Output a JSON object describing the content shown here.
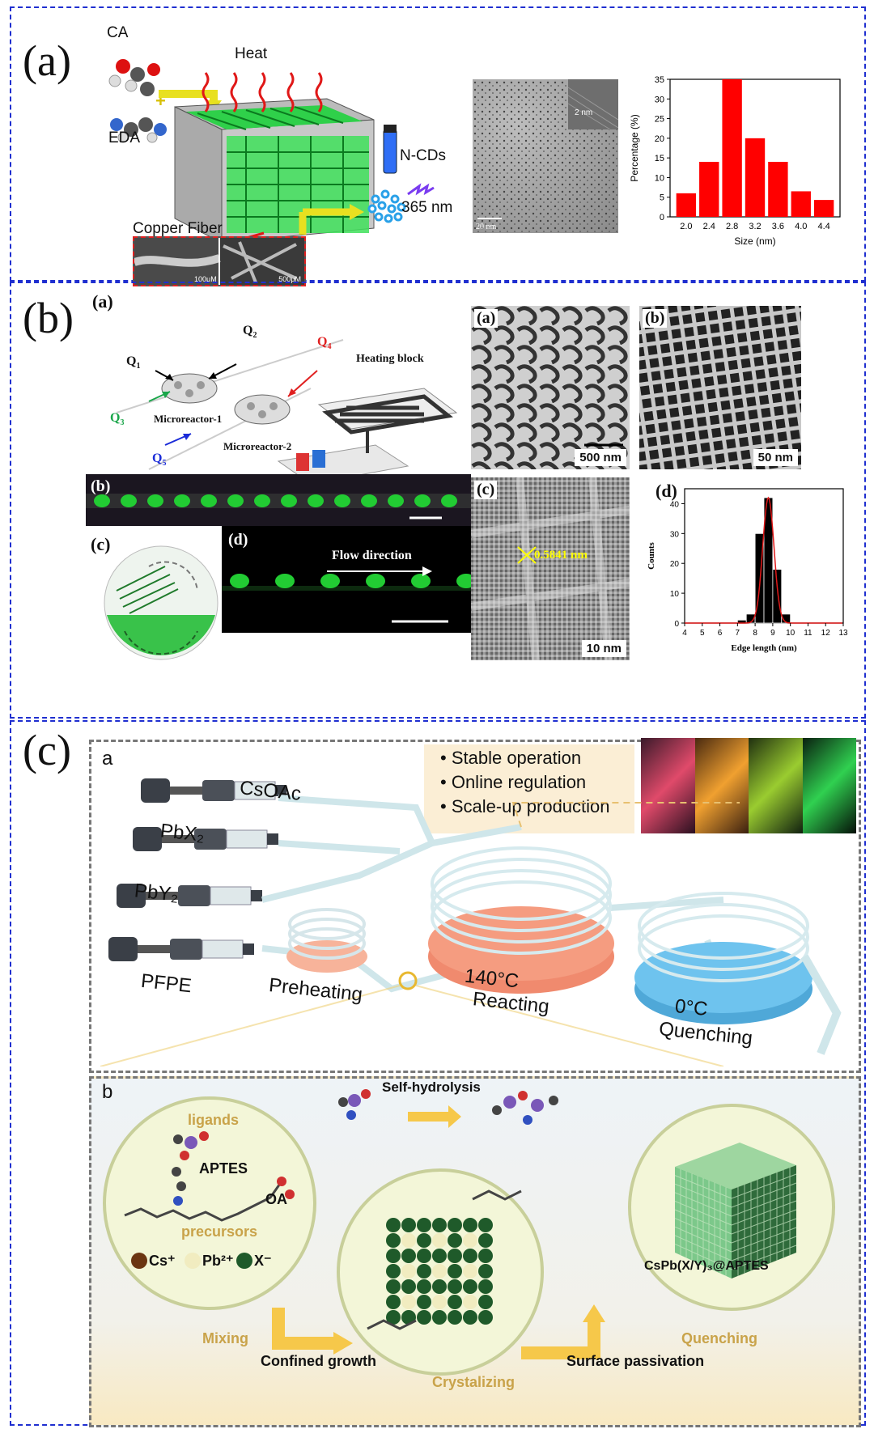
{
  "panel_a": {
    "label": "(a)",
    "heat": "Heat",
    "ca": "CA",
    "eda": "EDA",
    "ncds": "N-CDs",
    "wavelength": "365 nm",
    "copper_fiber": "Copper Fiber",
    "sem_scale_1": "100μM",
    "sem_scale_2": "500μM",
    "tem_scale": "20 nm",
    "tem_inset_scale": "2 nm"
  },
  "panel_b": {
    "label": "(b)",
    "sub_a": "(a)",
    "sub_b": "(b)",
    "sub_c": "(c)",
    "sub_d": "(d)",
    "q1": "Q1",
    "q2": "Q2",
    "q3": "Q3",
    "q4": "Q4",
    "q5": "Q5",
    "microreactor1": "Microreactor-1",
    "microreactor2": "Microreactor-2",
    "heating_block": "Heating block",
    "flow_direction": "Flow direction",
    "tem_a_label": "(a)",
    "tem_a_scale": "500 nm",
    "tem_b_label": "(b)",
    "tem_b_scale": "50 nm",
    "tem_c_label": "(c)",
    "tem_c_scale": "10 nm",
    "tem_c_spacing": "0.5841 nm",
    "hist_label": "(d)"
  },
  "panel_c": {
    "label": "(c)",
    "sub_a": "a",
    "sub_b": "b",
    "bullets": [
      "Stable operation",
      "Online regulation",
      "Scale-up production"
    ],
    "cs": "CsOAc",
    "pbx": "PbX₂",
    "pby": "PbY₂",
    "pfpe": "PFPE",
    "preheating": "Preheating",
    "reacting_temp": "140°C",
    "reacting": "Reacting",
    "quench_temp": "0°C",
    "quenching": "Quenching",
    "ligands": "ligands",
    "aptes": "APTES",
    "oa": "OA",
    "precursors": "precursors",
    "cs_ion": "Cs⁺",
    "pb_ion": "Pb²⁺",
    "x_ion": "X⁻",
    "self_hydrolysis": "Self-hydrolysis",
    "product": "CsPb(X/Y)₃@APTES",
    "mixing": "Mixing",
    "confined_growth": "Confined growth",
    "crystalizing": "Crystalizing",
    "surface_passivation": "Surface passivation",
    "quenching_stage": "Quenching"
  },
  "colors": {
    "panel_border": "#1f2fd0",
    "bar": "#ff0000",
    "green": "#22cc33",
    "orange": "#f4a070",
    "blue": "#55b8ee",
    "gold": "#c9a34a"
  },
  "chart_data": [
    {
      "type": "bar",
      "xlabel": "Size (nm)",
      "ylabel": "Percentage (%)",
      "categories": [
        "2.0",
        "2.4",
        "2.8",
        "3.2",
        "3.6",
        "4.0",
        "4.4"
      ],
      "values": [
        6,
        14,
        35,
        20,
        14,
        6.5,
        4.3
      ],
      "ylim": [
        0,
        35
      ],
      "yticks": [
        "0",
        "5",
        "10",
        "15",
        "20",
        "25",
        "30",
        "35"
      ]
    },
    {
      "type": "bar",
      "xlabel": "Edge length (nm)",
      "ylabel": "Counts",
      "categories": [
        "7.5",
        "8.0",
        "8.5",
        "9.0",
        "9.5",
        "10.0"
      ],
      "values": [
        1,
        3,
        30,
        42,
        18,
        3
      ],
      "x": [
        7.25,
        7.75,
        8.25,
        8.75,
        9.25,
        9.75
      ],
      "xlim": [
        4,
        13
      ],
      "ylim": [
        0,
        45
      ],
      "xticks": [
        "4",
        "5",
        "6",
        "7",
        "8",
        "9",
        "10",
        "11",
        "12",
        "13"
      ],
      "yticks": [
        "0",
        "10",
        "20",
        "30",
        "40"
      ],
      "fit": "gaussian"
    }
  ]
}
